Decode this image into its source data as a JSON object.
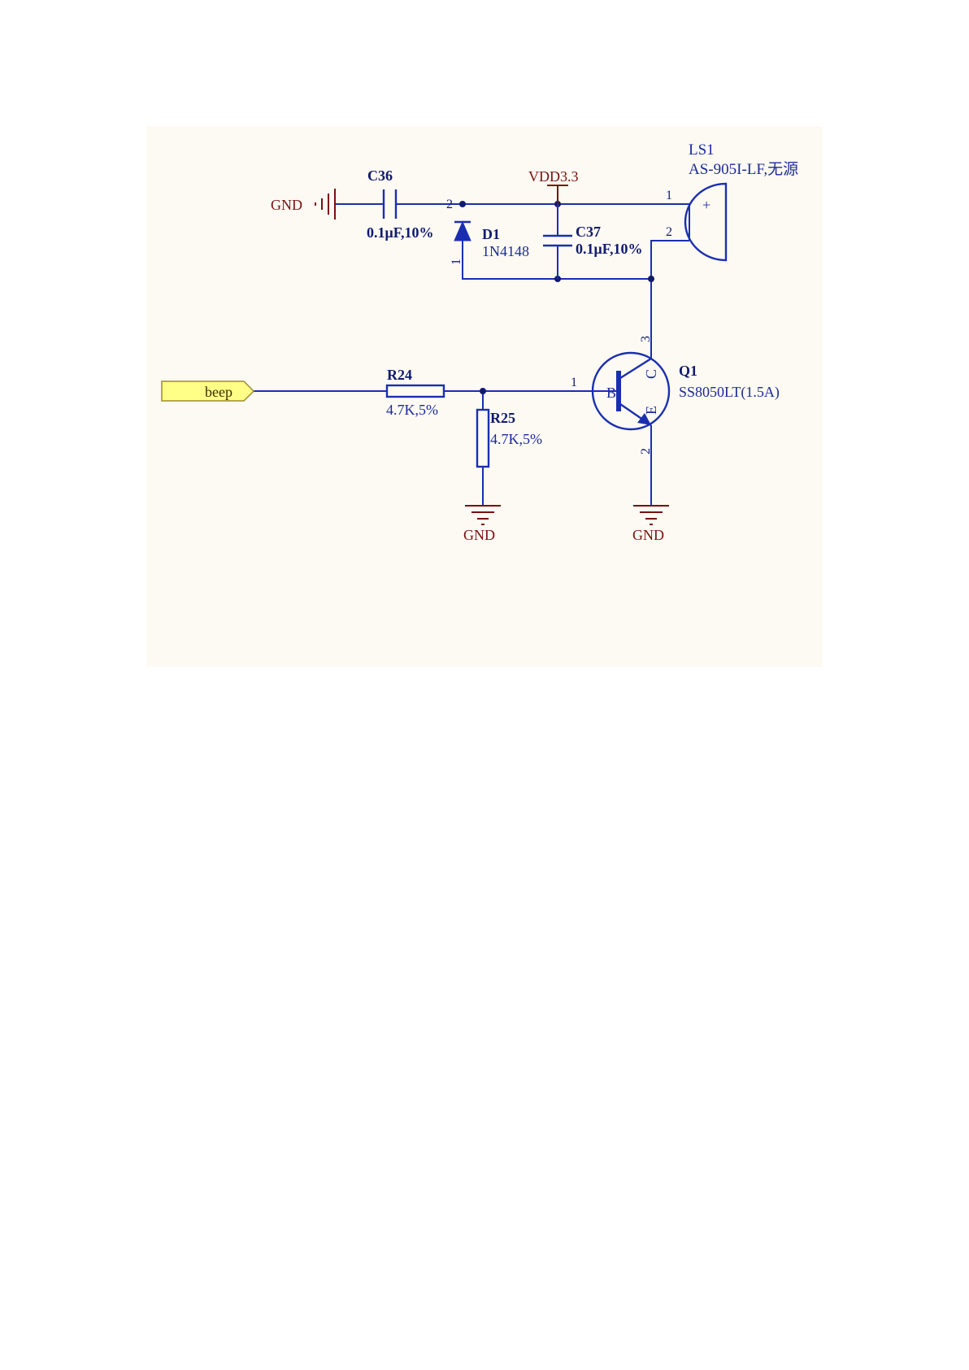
{
  "colors": {
    "background": "#fdfaf3",
    "wire": "#1a2fb0",
    "power": "#7a1010",
    "port_fill": "#ffff88"
  },
  "components": {
    "c36": {
      "ref": "C36",
      "value": "0.1μF,10%"
    },
    "c37": {
      "ref": "C37",
      "value": "0.1μF,10%"
    },
    "d1": {
      "ref": "D1",
      "value": "1N4148",
      "pin_a": "2",
      "pin_k": "1"
    },
    "ls1": {
      "ref": "LS1",
      "value": "AS-905I-LF,无源",
      "pin1": "1",
      "pin2": "2",
      "plus": "+"
    },
    "r24": {
      "ref": "R24",
      "value": "4.7K,5%"
    },
    "r25": {
      "ref": "R25",
      "value": "4.7K,5%"
    },
    "q1": {
      "ref": "Q1",
      "value": "SS8050LT(1.5A)",
      "pin_b": "1",
      "pin_c": "3",
      "pin_e": "2",
      "b": "B",
      "c": "C",
      "e": "E"
    }
  },
  "power": {
    "vdd": "VDD3.3",
    "gnd_left": "GND",
    "gnd_r25": "GND",
    "gnd_q1": "GND"
  },
  "port": {
    "label": "beep"
  }
}
